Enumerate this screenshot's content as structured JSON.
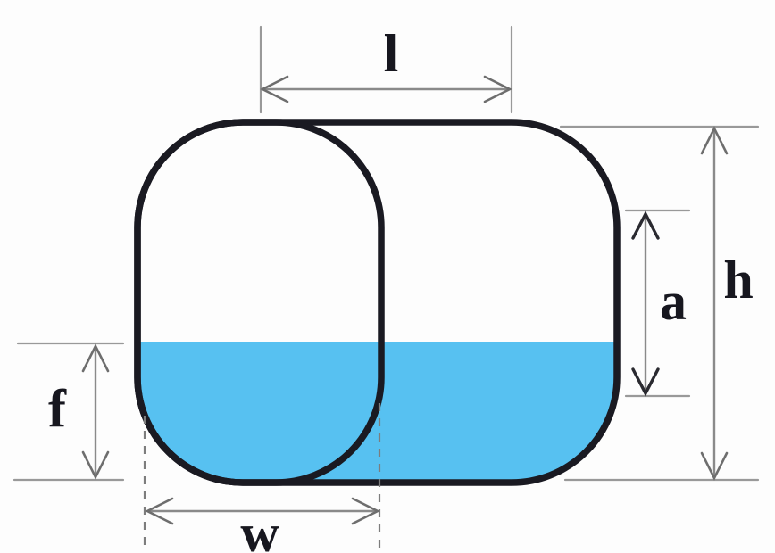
{
  "diagram": {
    "description": "Tank dimension diagram with partial liquid fill",
    "labels": {
      "top_length": "l",
      "overall_height": "h",
      "inner_height": "a",
      "fill_depth": "f",
      "width": "w"
    },
    "colors": {
      "liquid": "#57c1f1",
      "outline": "#1a1a22",
      "dimension_line": "#8a8a8a",
      "dark_arrowhead": "#2a2a30",
      "background": "#fdfdfd"
    }
  }
}
